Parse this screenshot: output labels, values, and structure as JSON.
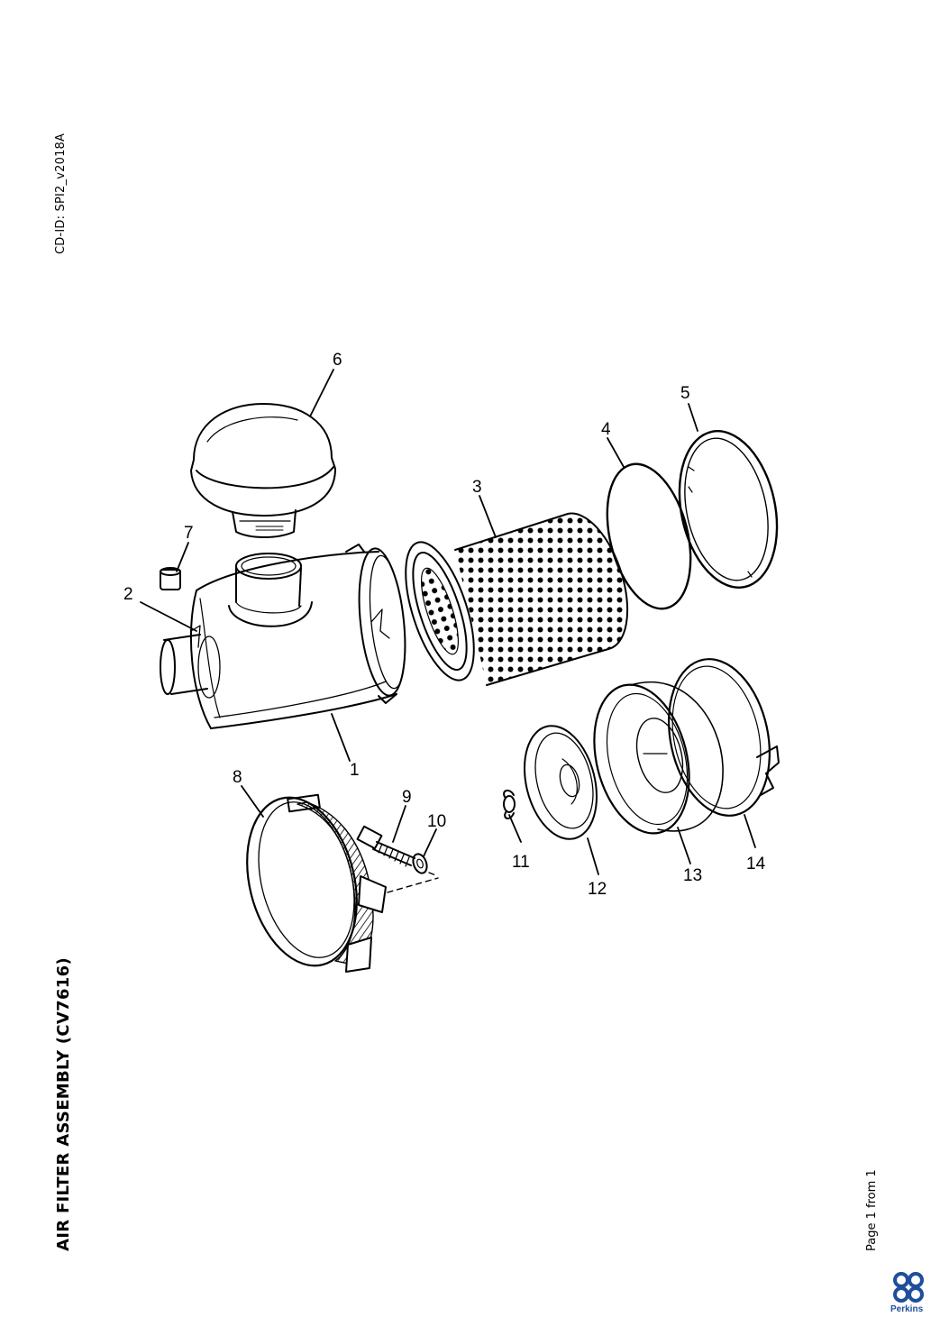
{
  "document": {
    "cd_id": "CD-ID: SPI2_v2018A",
    "title": "AIR FILTER ASSEMBLY (CV7616)",
    "page_info": "Page 1 from 1",
    "brand": "Perkins",
    "brand_color": "#1f4f9b"
  },
  "callouts": [
    "1",
    "2",
    "3",
    "4",
    "5",
    "6",
    "7",
    "8",
    "9",
    "10",
    "11",
    "12",
    "13",
    "14"
  ]
}
